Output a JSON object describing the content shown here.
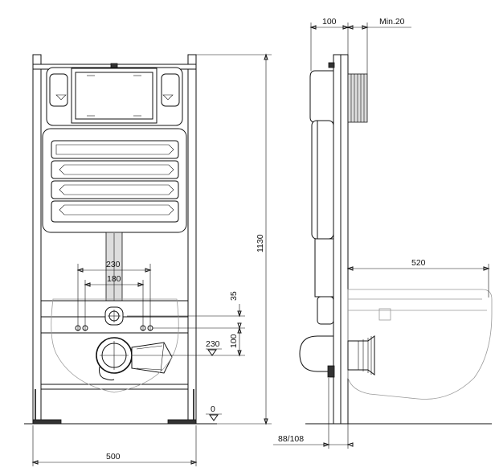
{
  "dimensions": {
    "front_width": "500",
    "total_height": "1130",
    "inlet_spacing_outer": "230",
    "inlet_spacing_inner": "180",
    "inlet_offset": "35",
    "drain_offset": "100",
    "drain_height": "230",
    "floor_level": "0",
    "frame_depth": "100",
    "wall_gap": "Min.20",
    "bowl_projection": "520",
    "base_depth": "88/108"
  }
}
